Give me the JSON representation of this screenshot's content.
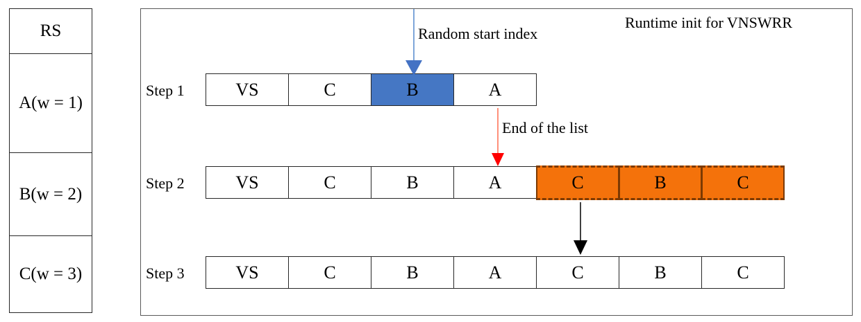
{
  "figure": {
    "rs_table": {
      "header": "RS",
      "rows": [
        {
          "label": "A(w = 1)"
        },
        {
          "label": "B(w = 2)"
        },
        {
          "label": "C(w = 3)"
        }
      ]
    },
    "main_box": {
      "title": "Runtime init for VNSWRR",
      "annotations": {
        "random_start_index": "Random start index",
        "end_of_list": "End of the list"
      },
      "steps": [
        {
          "label": "Step 1",
          "cells": [
            {
              "text": "VS",
              "highlight": "none"
            },
            {
              "text": "C",
              "highlight": "none"
            },
            {
              "text": "B",
              "highlight": "blue"
            },
            {
              "text": "A",
              "highlight": "none"
            }
          ]
        },
        {
          "label": "Step 2",
          "cells": [
            {
              "text": "VS",
              "highlight": "none"
            },
            {
              "text": "C",
              "highlight": "none"
            },
            {
              "text": "B",
              "highlight": "none"
            },
            {
              "text": "A",
              "highlight": "none"
            },
            {
              "text": "C",
              "highlight": "orange-dashed"
            },
            {
              "text": "B",
              "highlight": "orange-dashed"
            },
            {
              "text": "C",
              "highlight": "orange-dashed"
            }
          ]
        },
        {
          "label": "Step 3",
          "cells": [
            {
              "text": "VS",
              "highlight": "none"
            },
            {
              "text": "C",
              "highlight": "none"
            },
            {
              "text": "B",
              "highlight": "none"
            },
            {
              "text": "A",
              "highlight": "none"
            },
            {
              "text": "C",
              "highlight": "none"
            },
            {
              "text": "B",
              "highlight": "none"
            },
            {
              "text": "C",
              "highlight": "none"
            }
          ]
        }
      ],
      "arrows": [
        {
          "name": "random-start-arrow",
          "color": "#4472C4",
          "points_to": "Step 1 cell B"
        },
        {
          "name": "end-of-list-arrow",
          "color": "#FF0000",
          "points_to": "Step 2 cell A"
        },
        {
          "name": "copy-arrow",
          "color": "#000000",
          "points_to": "Step 3 cell C"
        }
      ]
    },
    "colors": {
      "blue_highlight": "#4577C4",
      "blue_arrow_line": "#7EA6D9",
      "blue_arrow_head": "#4472C4",
      "orange_highlight": "#F4720B",
      "orange_dash_border": "#7C3A03",
      "red_arrow_head": "#FF0000",
      "red_arrow_line": "#FF6A4D",
      "black_arrow": "#000000"
    }
  }
}
